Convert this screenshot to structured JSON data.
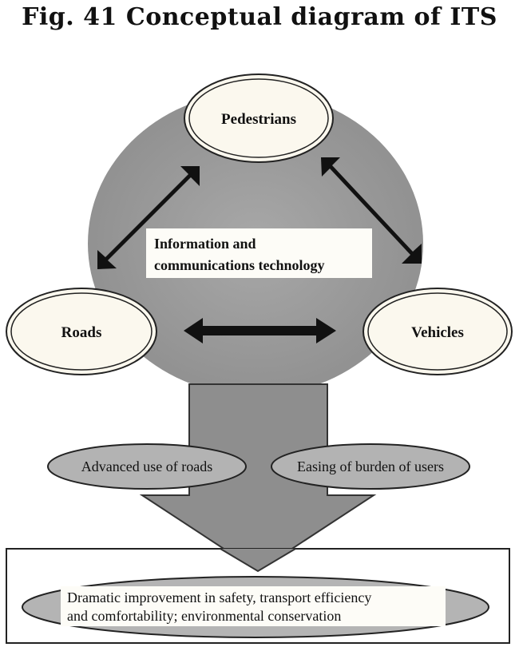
{
  "title": "Fig. 41 Conceptual diagram of ITS",
  "core": {
    "line1": "Information and",
    "line2": "communications technology"
  },
  "nodes": {
    "pedestrians": "Pedestrians",
    "roads": "Roads",
    "vehicles": "Vehicles"
  },
  "effects": {
    "left": "Advanced use of roads",
    "right": "Easing of burden of users"
  },
  "outcome": {
    "line1": "Dramatic improvement in safety, transport efficiency",
    "line2": "and comfortability; environmental conservation"
  },
  "colors": {
    "hub_fill": "#9a9a9a",
    "arrow_fill": "#8e8e8e",
    "node_fill": "#fbf8ee",
    "pill_fill": "#b3b3b3",
    "outcome_box": "#ffffff"
  }
}
